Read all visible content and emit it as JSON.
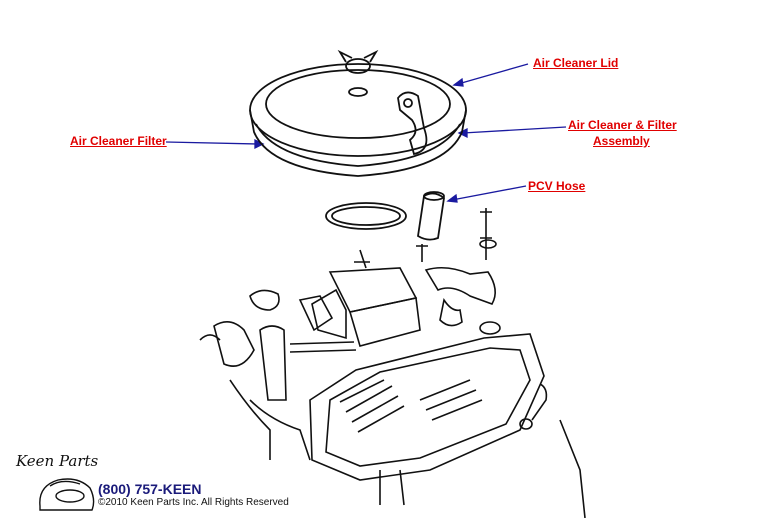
{
  "callouts": {
    "air_cleaner_lid": "Air Cleaner Lid",
    "air_cleaner_filter": "Air Cleaner Filter",
    "assembly_line1": "Air Cleaner & Filter",
    "assembly_line2": "Assembly",
    "pcv_hose": "PCV Hose"
  },
  "footer": {
    "logo_script": "Keen Parts",
    "phone": "(800) 757-KEEN",
    "copyright": "©2010 Keen Parts Inc. All Rights Reserved"
  },
  "colors": {
    "label": "#e00000",
    "leader": "#1a1aa0",
    "line_art": "#111111"
  }
}
